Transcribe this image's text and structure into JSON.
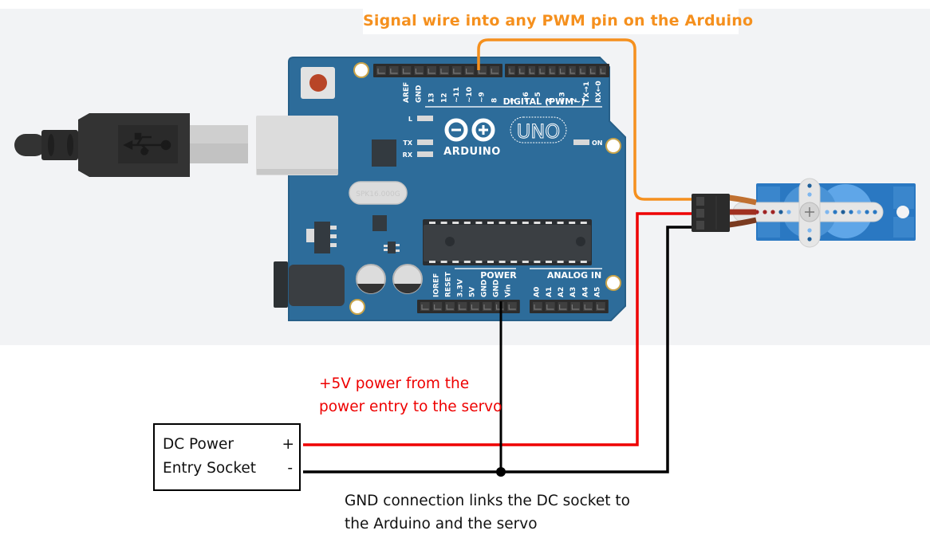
{
  "annotations": {
    "signal_wire": "Signal wire into any PWM pin on the Arduino",
    "power_wire": "+5V power from the power entry to the servo",
    "gnd_wire": "GND connection links the DC socket to the Arduino and the servo"
  },
  "dc_socket": {
    "line1": "DC Power",
    "line2": "Entry Socket",
    "plus": "+",
    "minus": "-"
  },
  "arduino": {
    "logo_text": "ARDUINO",
    "model": "UNO",
    "crystal_text": "SPK16.000G",
    "leds": {
      "l": "L",
      "tx": "TX",
      "rx": "RX",
      "on": "ON"
    },
    "digital_header_label": "DIGITAL (PWM~)",
    "digital_pins_left": [
      "AREF",
      "GND",
      "13",
      "12",
      "~11",
      "~10",
      "~9",
      "8"
    ],
    "digital_pins_right": [
      "7",
      "~6",
      "~5",
      "4",
      "~3",
      "2",
      "TX→1",
      "RX←0"
    ],
    "power_header_label": "POWER",
    "power_pins": [
      "IOREF",
      "RESET",
      "3.3V",
      "5V",
      "GND",
      "GND",
      "Vin"
    ],
    "analog_header_label": "ANALOG IN",
    "analog_pins": [
      "A0",
      "A1",
      "A2",
      "A3",
      "A4",
      "A5"
    ]
  },
  "wires": {
    "signal_color": "#f5901e",
    "power_color": "#ee0000",
    "ground_color": "#000000"
  },
  "colors": {
    "board": "#2d6c9a",
    "canvas": "#f2f3f5"
  }
}
